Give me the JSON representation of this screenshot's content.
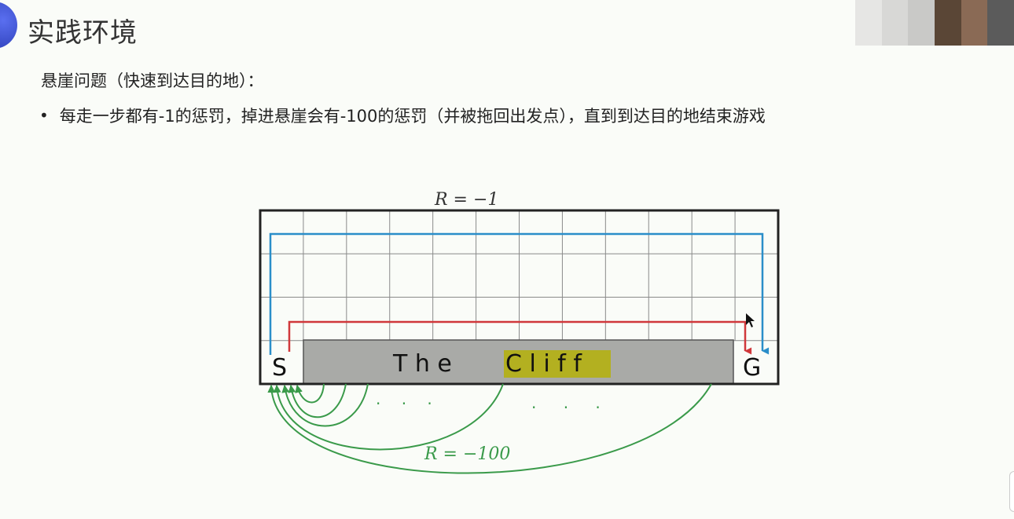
{
  "slide": {
    "title": "实践环境",
    "subtitle": "悬崖问题（快速到达目的地）：",
    "bullet": "每走一步都有-1的惩罚，掉进悬崖会有-100的惩罚（并被拖回出发点），直到到达目的地结束游戏"
  },
  "diagram": {
    "top_reward_label": "R = −1",
    "bottom_reward_label": "R = −100",
    "start_label": "S",
    "goal_label": "G",
    "cliff_label_prefix": "T h e",
    "cliff_label_highlight": "C l i f f",
    "grid_columns": 12,
    "grid_rows": 4,
    "ellipsis_left": ". . .",
    "ellipsis_right": ". . .",
    "colors": {
      "safe_path": "#2a8ec9",
      "optimal_path": "#d0383b",
      "cliff_return": "#3a9a4a",
      "cliff_fill": "#a9aaa7",
      "highlight": "#b3b020"
    }
  },
  "webcam": {
    "swatches": [
      "#e6e6e4",
      "#d8d8d6",
      "#c9c9c7",
      "#5a4636",
      "#8a6a55",
      "#5b5b5b"
    ]
  }
}
